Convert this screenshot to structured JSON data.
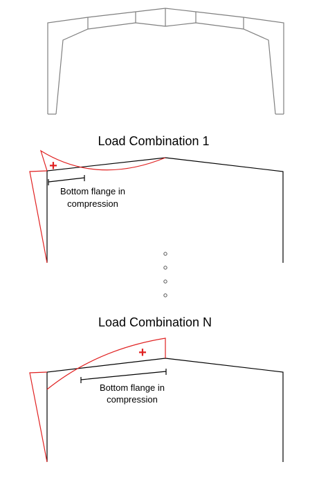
{
  "diagram": {
    "colors": {
      "frame": "#7f7f7f",
      "structure": "#000000",
      "moment": "#e02020"
    },
    "combo1": {
      "title": "Load Combination 1",
      "note_line1": "Bottom flange in",
      "note_line2": "compression",
      "sign": "+"
    },
    "dots": [
      "•",
      "•",
      "•",
      "•"
    ],
    "comboN": {
      "title": "Load Combination N",
      "note_line1": "Bottom flange in",
      "note_line2": "compression",
      "sign": "+"
    }
  }
}
